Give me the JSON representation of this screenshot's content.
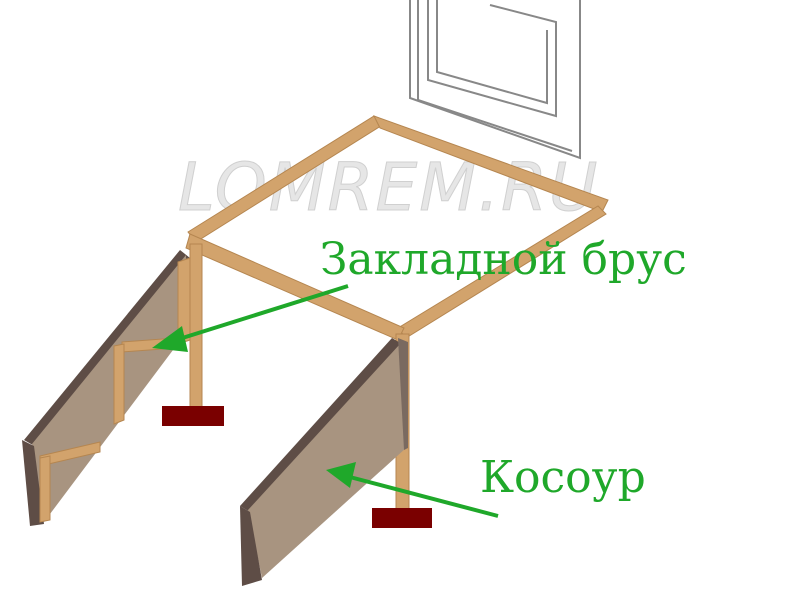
{
  "watermark": "LOMREM.RU",
  "labels": {
    "embedded_beam": "Закладной брус",
    "stringer": "Косоур"
  },
  "colors": {
    "timber": "#d2a36c",
    "timber_edge": "#b58650",
    "stringer_face": "#a89480",
    "stringer_dark": "#5e4d46",
    "footing": "#7a0000",
    "label": "#1fa82a",
    "wall_lines": "#888888",
    "watermark": "#e6e6e6"
  }
}
